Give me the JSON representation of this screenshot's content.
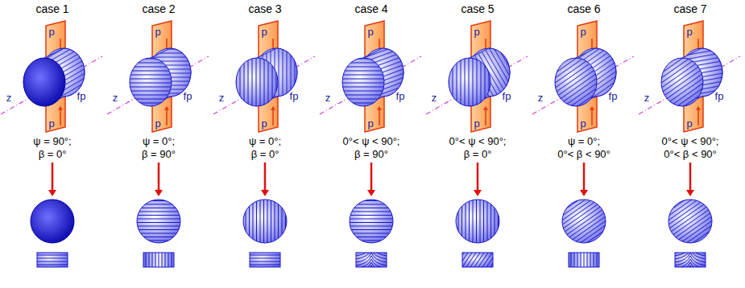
{
  "diagram": {
    "labels": [
      "case 1",
      "p",
      "p",
      "z",
      "fp",
      "ψ = 90°;",
      "β = 0°",
      "case 2",
      "p",
      "p",
      "z",
      "fp",
      "ψ = 0°;",
      "β = 90°",
      "case 3",
      "p",
      "p",
      "z",
      "fp",
      "ψ = 0°;",
      "β = 0°",
      "case 4",
      "p",
      "p",
      "z",
      "fp",
      "0°< ψ < 90°;",
      "β = 90°",
      "case 5",
      "p",
      "p",
      "z",
      "fp",
      "0°< ψ < 90°;",
      "β = 0°",
      "case 6",
      "p",
      "p",
      "z",
      "fp",
      "ψ = 0°;",
      "0°< β < 90°",
      "case 7",
      "p",
      "p",
      "z",
      "fp",
      "0°< ψ < 90°;",
      "0°< β < 90°"
    ]
  }
}
